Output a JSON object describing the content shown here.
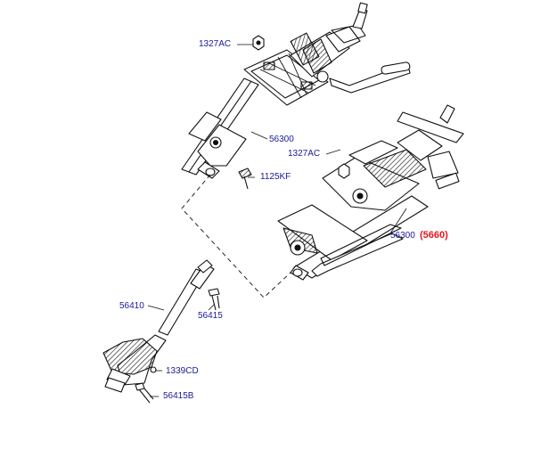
{
  "colors": {
    "label": "#1a1a99",
    "ref": "#e8141b",
    "line": "#111111",
    "bg": "#ffffff"
  },
  "labels": {
    "p1327ac_top": "1327AC",
    "p56300_left": "56300",
    "p1125kf": "1125KF",
    "p1327ac_right": "1327AC",
    "p56300_right": "56300",
    "ref_5660": "(5660)",
    "p56410": "56410",
    "p56415": "56415",
    "p1339cd": "1339CD",
    "p56415b": "56415B"
  }
}
